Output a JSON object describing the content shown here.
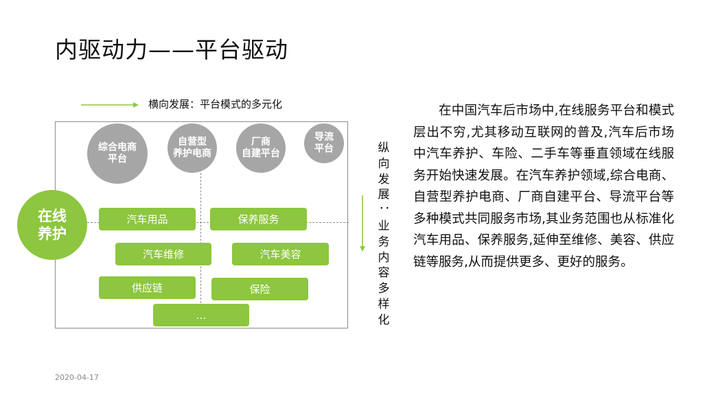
{
  "title": "内驱动力——平台驱动",
  "horizontal_caption": "横向发展：平台模式的多元化",
  "vertical_caption": "纵向发展：业务内容多样化",
  "platforms": [
    {
      "line1": "综合电商",
      "line2": "平台"
    },
    {
      "line1": "自营型",
      "line2": "养护电商"
    },
    {
      "line1": "厂商",
      "line2": "自建平台"
    },
    {
      "line1": "导流",
      "line2": "平台"
    }
  ],
  "center": {
    "line1": "在线",
    "line2": "养护"
  },
  "services": [
    "汽车用品",
    "保养服务",
    "汽车维修",
    "汽车美容",
    "供应链",
    "保险",
    "..."
  ],
  "paragraph": "在中国汽车后市场中,在线服务平台和模式层出不穷,尤其移动互联网的普及,汽车后市场中汽车养护、车险、二手车等垂直领域在线服务开始快速发展。在汽车养护领域,综合电商、自营型养护电商、厂商自建平台、导流平台等多种模式共同服务市场,其业务范围也从标准化汽车用品、保养服务,延伸至维修、美容、供应链等服务,从而提供更多、更好的服务。",
  "date": "2020-04-17",
  "colors": {
    "accent_green": "#8dc63f",
    "platform_gray": "#a6a6a6"
  }
}
